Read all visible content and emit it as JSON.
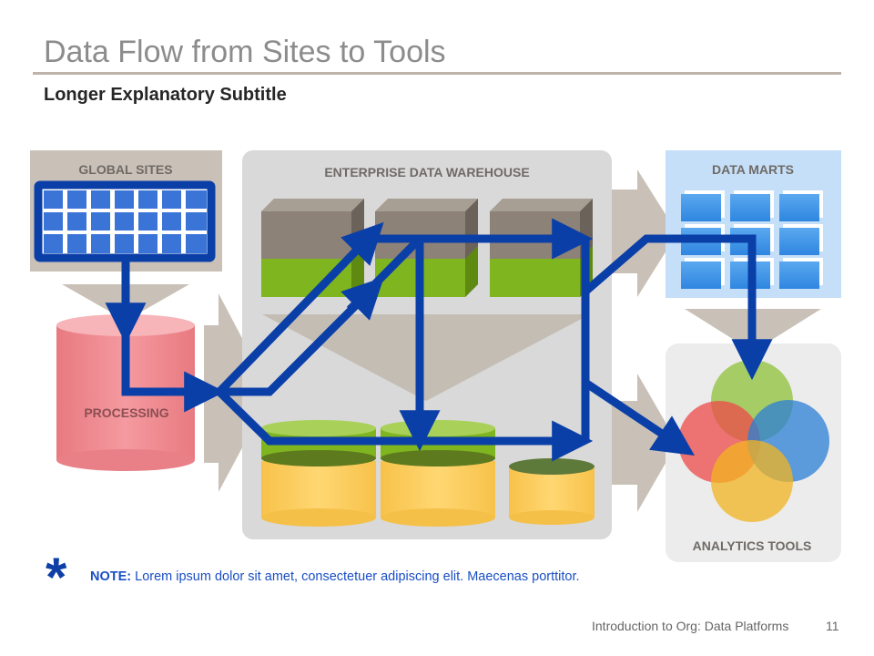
{
  "slide": {
    "title": "Data Flow from Sites to Tools",
    "subtitle": "Longer Explanatory Subtitle"
  },
  "diagram": {
    "global_sites": "GLOBAL SITES",
    "processing": "PROCESSING",
    "enterprise_data_warehouse": "ENTERPRISE DATA WAREHOUSE",
    "data_marts": "DATA MARTS",
    "analytics_tools": "ANALYTICS TOOLS"
  },
  "note": {
    "label": "NOTE:",
    "text": " Lorem ipsum dolor sit amet, consectetuer adipiscing elit. Maecenas porttitor."
  },
  "footer": {
    "text": "Introduction to Org: Data Platforms",
    "page": "11"
  },
  "colors": {
    "flow_arrow": "#0b3fa8",
    "panel_gray": "#d9d9d9",
    "data_marts_panel": "#c5dff8",
    "processing_cylinder": "#f08a8f",
    "cube_top": "#8c8278",
    "cube_bottom": "#7fb51e",
    "db_yellow": "#ffcc55"
  }
}
